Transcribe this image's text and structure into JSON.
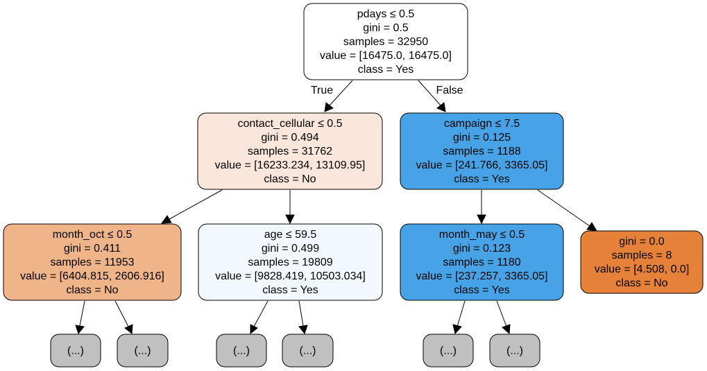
{
  "colors": {
    "white": "#ffffff",
    "light_peach": "#fae6da",
    "peach": "#f0b489",
    "very_light_blue": "#f2f8fe",
    "blue": "#48a3e6",
    "orange": "#e58139",
    "gray": "#c0c0c0"
  },
  "nodes": {
    "root": {
      "lines": [
        "pdays ≤ 0.5",
        "gini = 0.5",
        "samples = 32950",
        "value = [16475.0, 16475.0]",
        "class = Yes"
      ]
    },
    "n1": {
      "lines": [
        "contact_cellular ≤ 0.5",
        "gini = 0.494",
        "samples = 31762",
        "value = [16233.234, 13109.95]",
        "class = No"
      ]
    },
    "n2": {
      "lines": [
        "campaign ≤ 7.5",
        "gini = 0.125",
        "samples = 1188",
        "value = [241.766, 3365.05]",
        "class = Yes"
      ]
    },
    "n3": {
      "lines": [
        "month_oct ≤ 0.5",
        "gini = 0.411",
        "samples = 11953",
        "value = [6404.815, 2606.916]",
        "class = No"
      ]
    },
    "n4": {
      "lines": [
        "age ≤ 59.5",
        "gini = 0.499",
        "samples = 19809",
        "value = [9828.419, 10503.034]",
        "class = Yes"
      ]
    },
    "n5": {
      "lines": [
        "month_may ≤ 0.5",
        "gini = 0.123",
        "samples = 1180",
        "value = [237.257, 3365.05]",
        "class = Yes"
      ]
    },
    "n6": {
      "lines": [
        "gini = 0.0",
        "samples = 8",
        "value = [4.508, 0.0]",
        "class = No"
      ]
    },
    "t1": {
      "lines": [
        "(...)"
      ]
    },
    "t2": {
      "lines": [
        "(...)"
      ]
    },
    "t3": {
      "lines": [
        "(...)"
      ]
    },
    "t4": {
      "lines": [
        "(...)"
      ]
    },
    "t5": {
      "lines": [
        "(...)"
      ]
    },
    "t6": {
      "lines": [
        "(...)"
      ]
    }
  },
  "edge_labels": {
    "true_label": "True",
    "false_label": "False"
  }
}
